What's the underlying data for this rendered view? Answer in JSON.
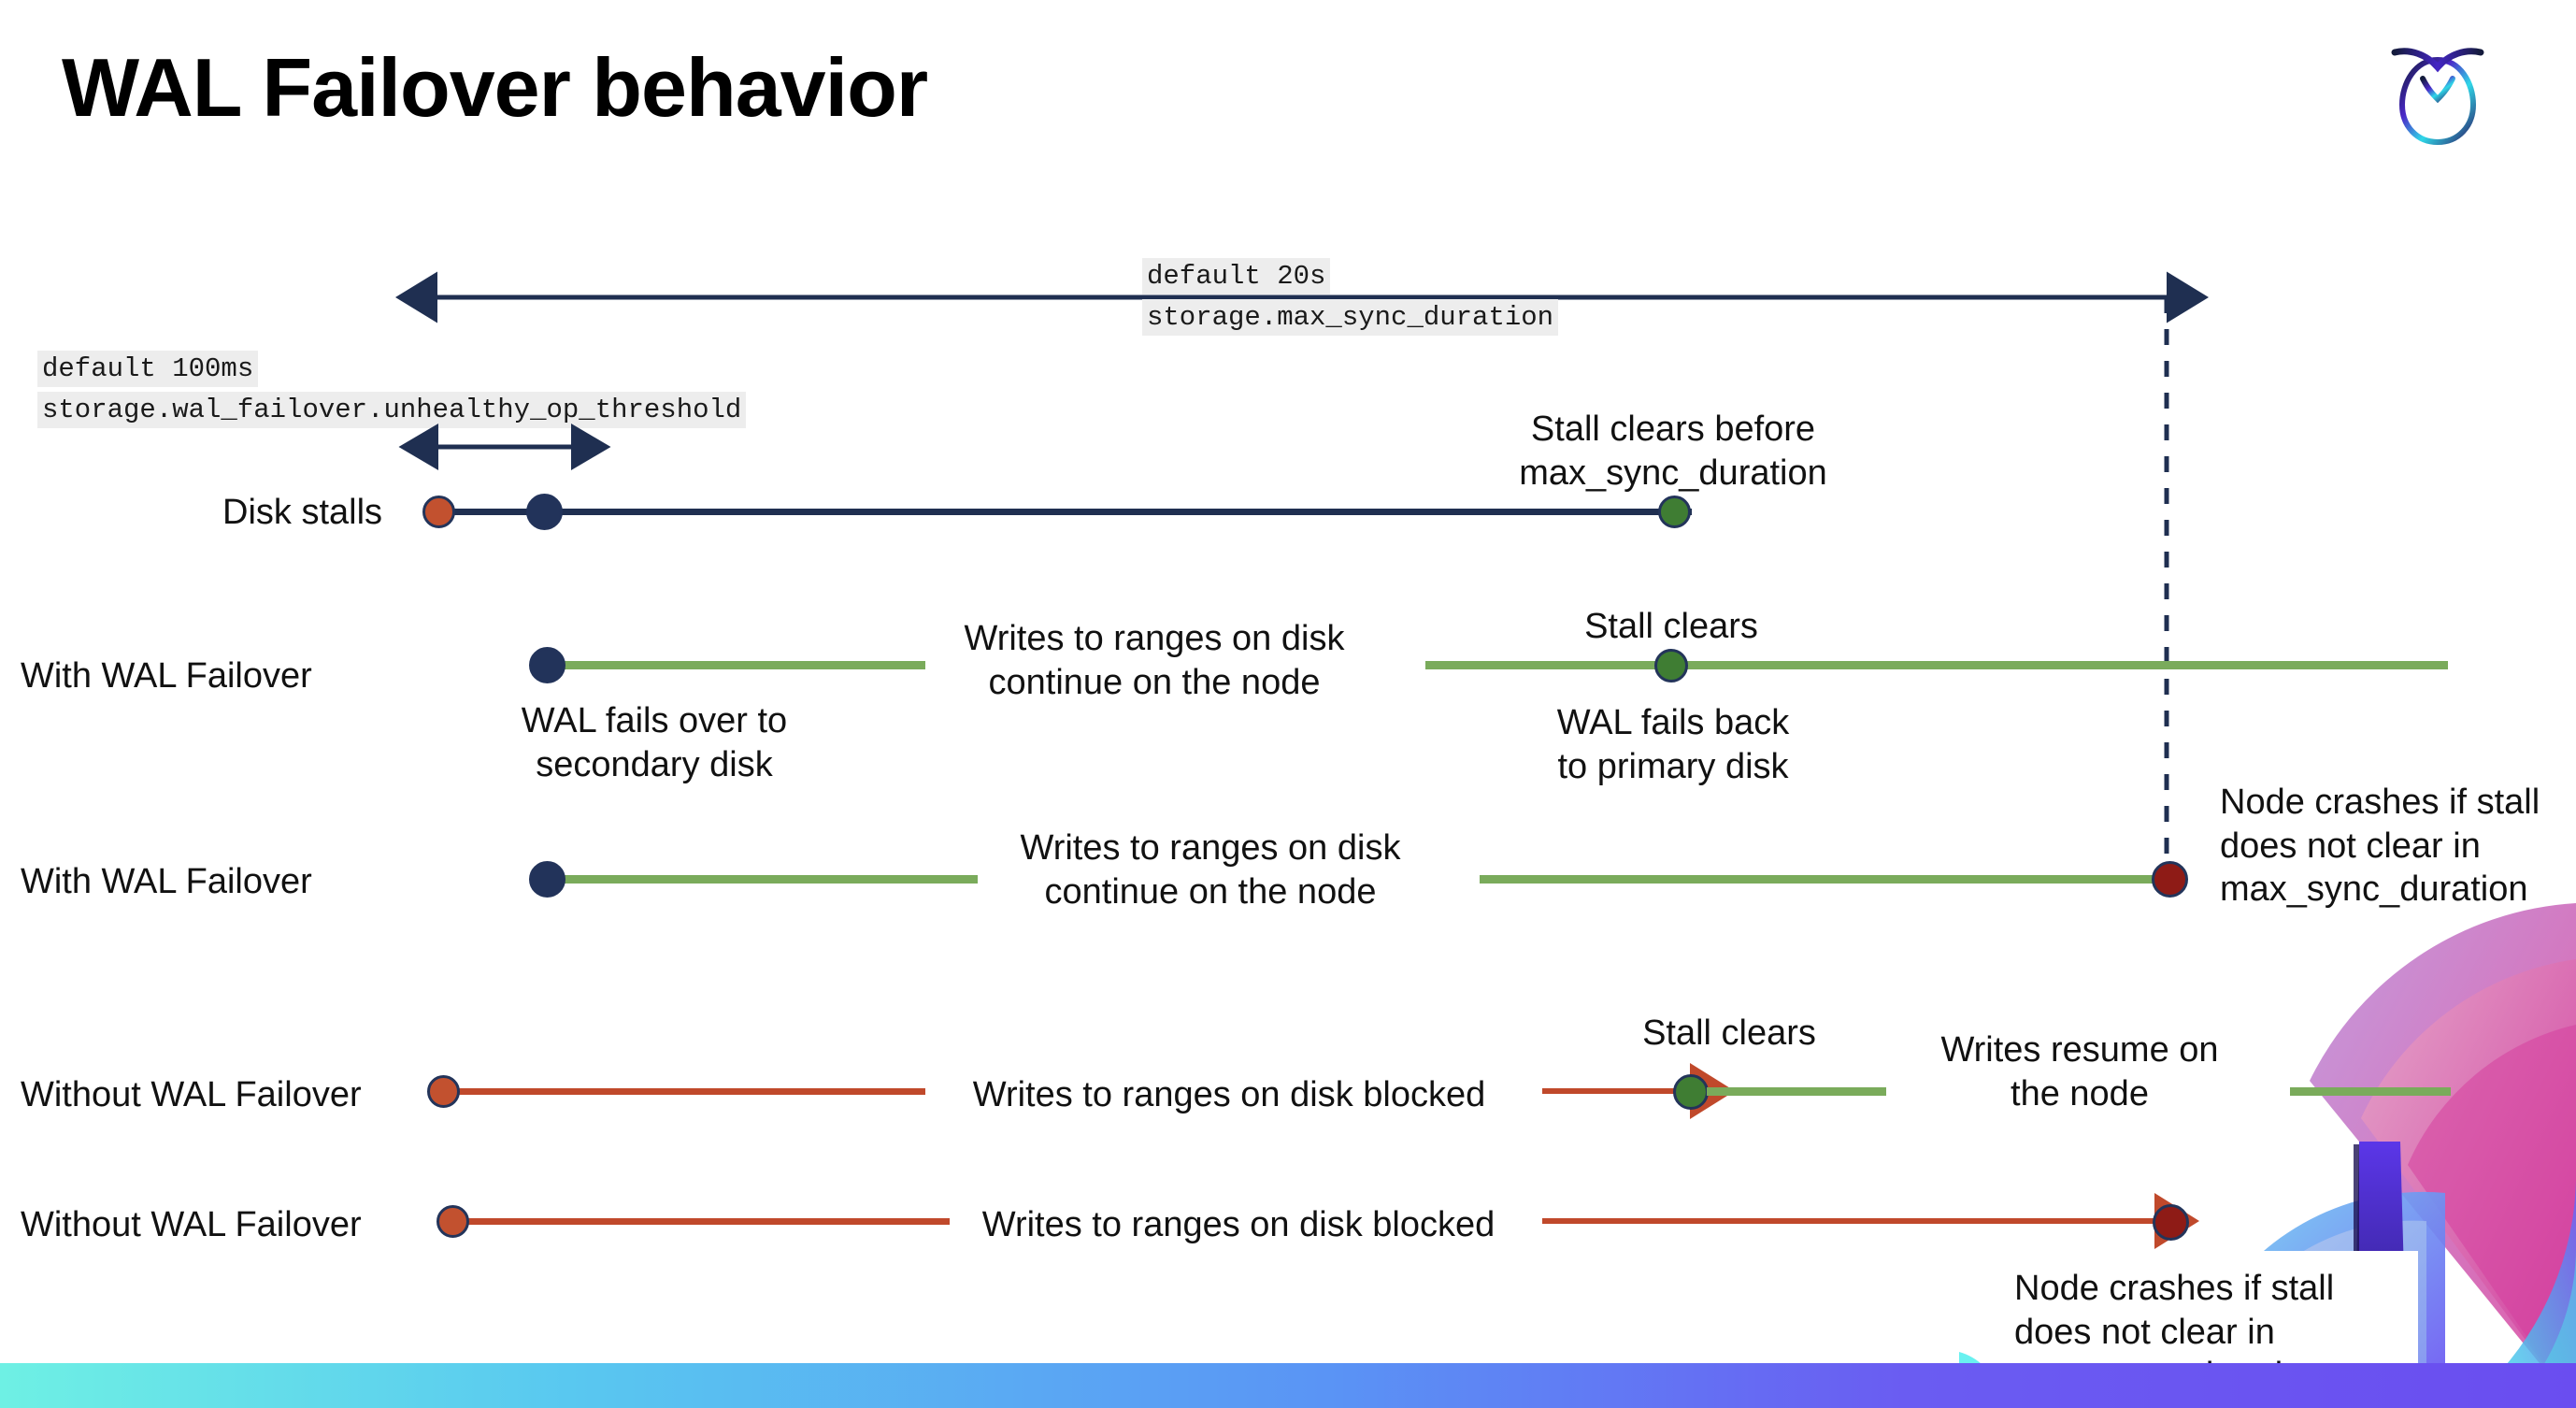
{
  "slide": {
    "title": "WAL Failover behavior",
    "logo_name": "cockroachdb-logo"
  },
  "colors": {
    "navy": "#1f2f51",
    "green": "#7aab5b",
    "red": "#c0492b",
    "dot_red": "#c2512f",
    "dot_navy": "#22335a",
    "dot_green": "#3f7d33",
    "dot_darkred": "#8e1b16",
    "code_bg": "#ededed",
    "bar_gradient_start": "#6ef0e4",
    "bar_gradient_end": "#6a4df0"
  },
  "settings": {
    "max_sync": {
      "default": "default 20s",
      "name": "storage.max_sync_duration"
    },
    "unhealthy_op": {
      "default": "default 100ms",
      "name": "storage.wal_failover.unhealthy_op_threshold"
    }
  },
  "rows": [
    {
      "id": "disk-stalls",
      "label": "Disk stalls",
      "annotations": [
        "Stall clears before\nmax_sync_duration"
      ]
    },
    {
      "id": "with-wal-failover-clears",
      "label": "With WAL Failover",
      "annotations": [
        "Writes to ranges on disk\ncontinue on the node",
        "Stall clears",
        "WAL fails over to\nsecondary disk",
        "WAL fails  back\nto primary disk"
      ]
    },
    {
      "id": "with-wal-failover-crash",
      "label": "With WAL Failover",
      "annotations": [
        "Writes to ranges on disk\ncontinue on the node",
        "Node crashes if stall\ndoes not clear in\nmax_sync_duration"
      ]
    },
    {
      "id": "without-wal-failover-clears",
      "label": "Without WAL Failover",
      "annotations": [
        "Writes to ranges on disk  blocked",
        "Stall clears",
        "Writes resume on\nthe node"
      ]
    },
    {
      "id": "without-wal-failover-crash",
      "label": "Without WAL Failover",
      "annotations": [
        "Writes to ranges on disk  blocked",
        "Node crashes if stall\ndoes not clear in\nmax_sync_duration"
      ]
    }
  ],
  "labels": {
    "disk_stalls": "Disk stalls",
    "with_wal_failover_1": "With WAL Failover",
    "with_wal_failover_2": "With WAL Failover",
    "without_wal_failover_1": "Without WAL Failover",
    "without_wal_failover_2": "Without WAL Failover",
    "stall_clears_before_l1": "Stall clears before",
    "stall_clears_before_l2": "max_sync_duration",
    "writes_continue_l1": "Writes to ranges on disk",
    "writes_continue_l2": "continue on the node",
    "stall_clears_r2": "Stall clears",
    "wal_fails_over_l1": "WAL fails over to",
    "wal_fails_over_l2": "secondary disk",
    "wal_fails_back_l1": "WAL fails  back",
    "wal_fails_back_l2": "to primary disk",
    "writes_continue2_l1": "Writes to ranges on disk",
    "writes_continue2_l2": "continue on the node",
    "node_crashes_l1": "Node crashes if stall",
    "node_crashes_l2": "does not clear in",
    "node_crashes_l3": "max_sync_duration",
    "writes_blocked_1": "Writes to ranges on disk  blocked",
    "stall_clears_r4": "Stall clears",
    "writes_resume_l1": "Writes resume on",
    "writes_resume_l2": "the node",
    "writes_blocked_2": "Writes to ranges on disk  blocked",
    "node_crashes2_l1": "Node crashes if stall",
    "node_crashes2_l2": "does not clear in",
    "node_crashes2_l3": "max_sync_duration"
  }
}
